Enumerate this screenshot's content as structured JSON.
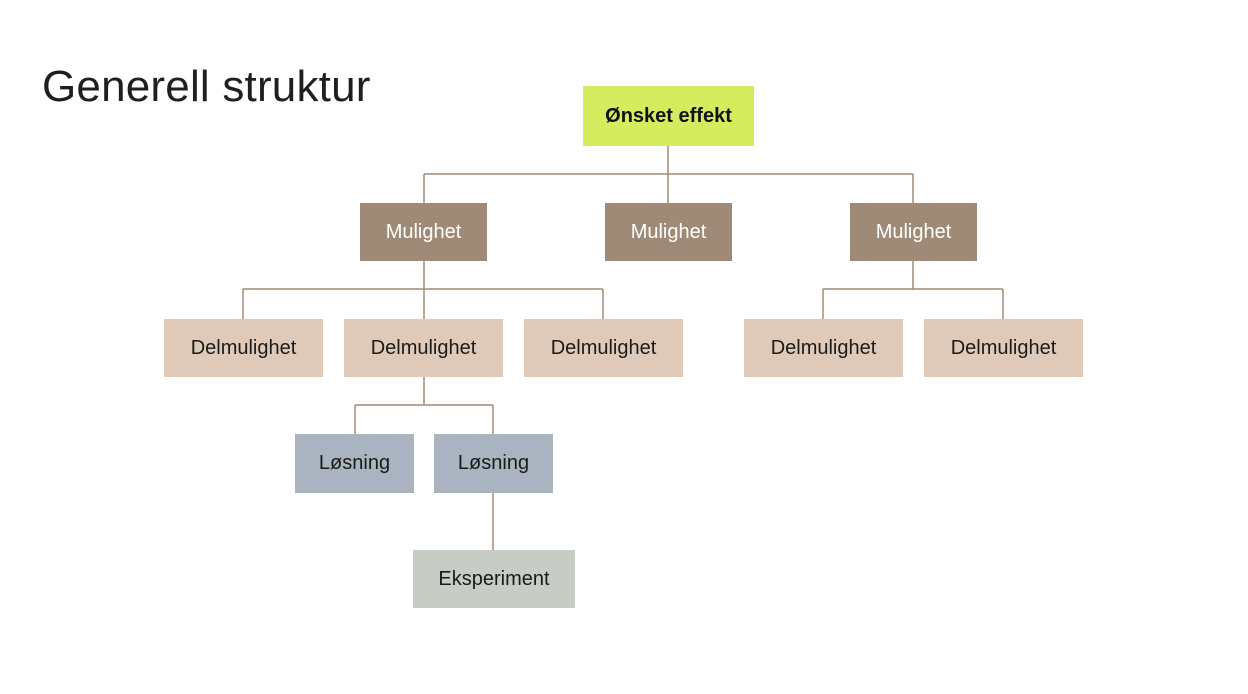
{
  "title": "Generell struktur",
  "goal": "Ønsket effekt",
  "mulighet": [
    "Mulighet",
    "Mulighet",
    "Mulighet"
  ],
  "delmulighet": [
    "Delmulighet",
    "Delmulighet",
    "Delmulighet",
    "Delmulighet",
    "Delmulighet"
  ],
  "losning": [
    "Løsning",
    "Løsning"
  ],
  "eksperiment": "Eksperiment",
  "colors": {
    "goal": "#d4ec5e",
    "mulighet": "#9f8a77",
    "delmulighet": "#dfcab9",
    "losning": "#aab3c0",
    "eksperiment": "#c7cdc4",
    "connector": "#9f8a77"
  }
}
